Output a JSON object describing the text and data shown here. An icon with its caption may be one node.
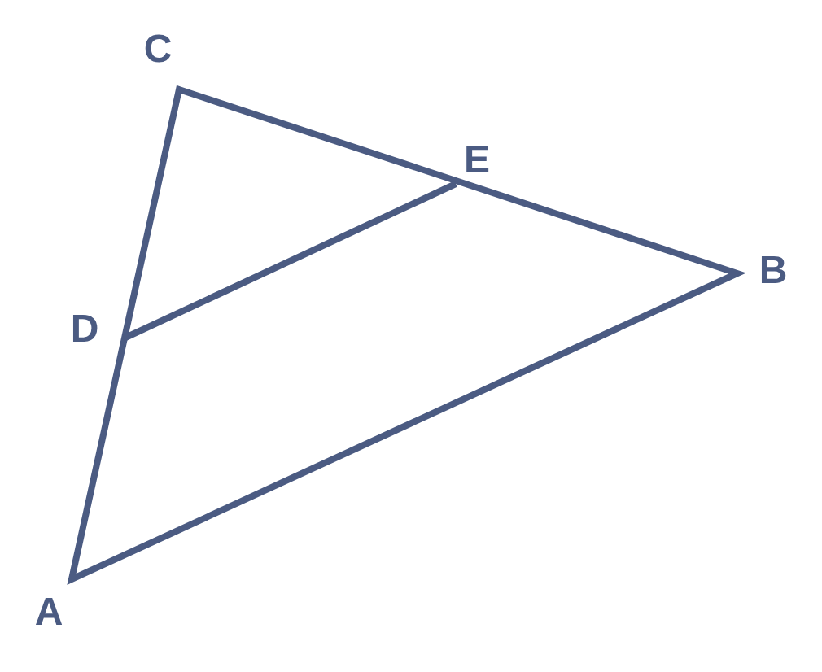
{
  "diagram": {
    "labels": [
      "C",
      "E",
      "B",
      "D",
      "A"
    ]
  }
}
